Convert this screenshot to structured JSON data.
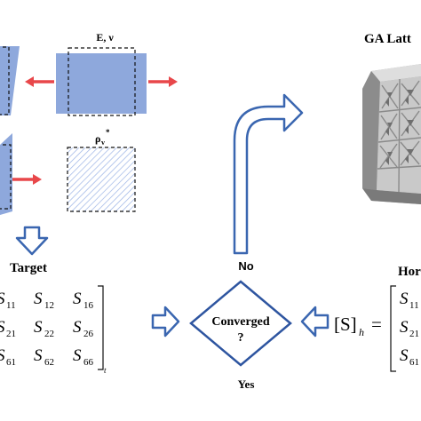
{
  "labels": {
    "e_nu": "E, ν",
    "rho": "ρ",
    "rho_sub": "v",
    "rho_sup": "*",
    "target": "Target",
    "ga_lattice": "GA Latt",
    "hom": "Hor",
    "no": "No",
    "yes": "Yes",
    "converged_line1": "Converged",
    "converged_line2": "?"
  },
  "target_matrix": {
    "rows": [
      [
        {
          "base": "S",
          "sub": "11"
        },
        {
          "base": "S",
          "sub": "12"
        },
        {
          "base": "S",
          "sub": "16"
        }
      ],
      [
        {
          "base": "S",
          "sub": "21"
        },
        {
          "base": "S",
          "sub": "22"
        },
        {
          "base": "S",
          "sub": "26"
        }
      ],
      [
        {
          "base": "S",
          "sub": "61"
        },
        {
          "base": "S",
          "sub": "62"
        },
        {
          "base": "S",
          "sub": "66"
        }
      ]
    ],
    "outer_subscript": "t"
  },
  "hom_matrix": {
    "lhs_base": "[S]",
    "lhs_sub": "h",
    "equals": "=",
    "column": [
      {
        "base": "S",
        "sub": "11"
      },
      {
        "base": "S",
        "sub": "21"
      },
      {
        "base": "S",
        "sub": "61"
      }
    ]
  },
  "colors": {
    "box_fill": "#8ea8dc",
    "arrow_red": "#e8474a",
    "outline_blue": "#3a66b0",
    "hatch": "#9bb3e6",
    "lattice_light": "#d6d6d6",
    "lattice_dark": "#8c8c8c"
  },
  "icons": [
    "down-arrow-icon",
    "right-arrow-icon",
    "bent-arrow-icon",
    "lattice-3d-icon"
  ]
}
